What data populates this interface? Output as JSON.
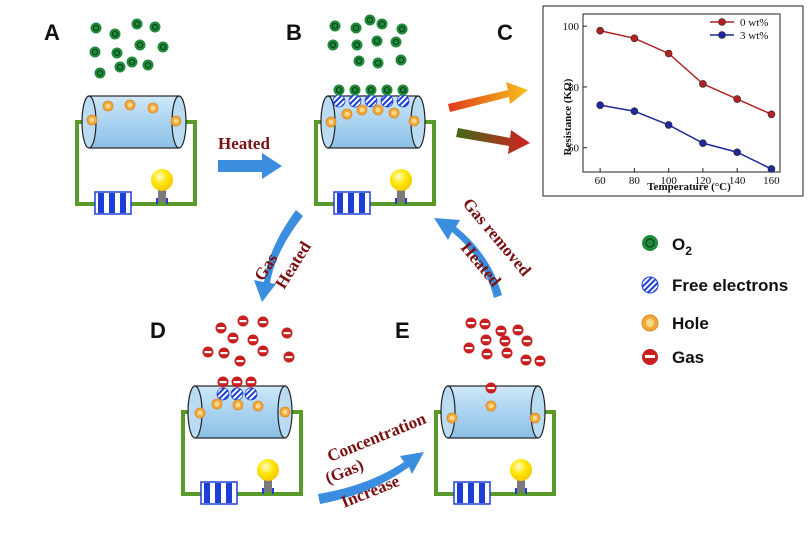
{
  "panels": {
    "a": "A",
    "b": "B",
    "c": "C",
    "d": "D",
    "e": "E"
  },
  "arrows": {
    "heated": "Heated",
    "gas": "Gas",
    "gas_heated": "Heated",
    "gas_removed": "Gas removed",
    "removed_heated": "Heated",
    "concentration": "Concentration",
    "gas_paren": "(Gas)",
    "increase": "Increase"
  },
  "legend": [
    {
      "key": "o2",
      "label": "O",
      "sub": "2"
    },
    {
      "key": "electrons",
      "label": "Free electrons"
    },
    {
      "key": "hole",
      "label": "Hole"
    },
    {
      "key": "gas",
      "label": "Gas"
    }
  ],
  "colors": {
    "o2": "#1f8a3a",
    "gas": "#c62020",
    "hole": "#f2a93b",
    "electron": "#1d3fd6",
    "wire": "#5a9a2a",
    "tube": "#a9d3f0",
    "arrow": "#3b8de0",
    "series0": "#b22222",
    "series3": "#1f2a9c"
  },
  "chart_data": {
    "type": "line",
    "title": "",
    "xlabel": "Temperature (°C)",
    "ylabel": "Resistance (KΩ)",
    "x": [
      60,
      80,
      100,
      120,
      140,
      160
    ],
    "xlim": [
      50,
      165
    ],
    "ylim": [
      52,
      104
    ],
    "xticks": [
      "60",
      "80",
      "100",
      "120",
      "140",
      "160"
    ],
    "yticks": [
      {
        "v": 60,
        "t": "60"
      },
      {
        "v": 80,
        "t": "80"
      },
      {
        "v": 100,
        "t": "100"
      }
    ],
    "legend_position": "top-right",
    "series": [
      {
        "name": "0 wt%",
        "values": [
          98.5,
          96,
          91,
          81,
          76,
          71
        ]
      },
      {
        "name": "3 wt%",
        "values": [
          74,
          72,
          67.5,
          61.5,
          58.5,
          53
        ]
      }
    ]
  }
}
